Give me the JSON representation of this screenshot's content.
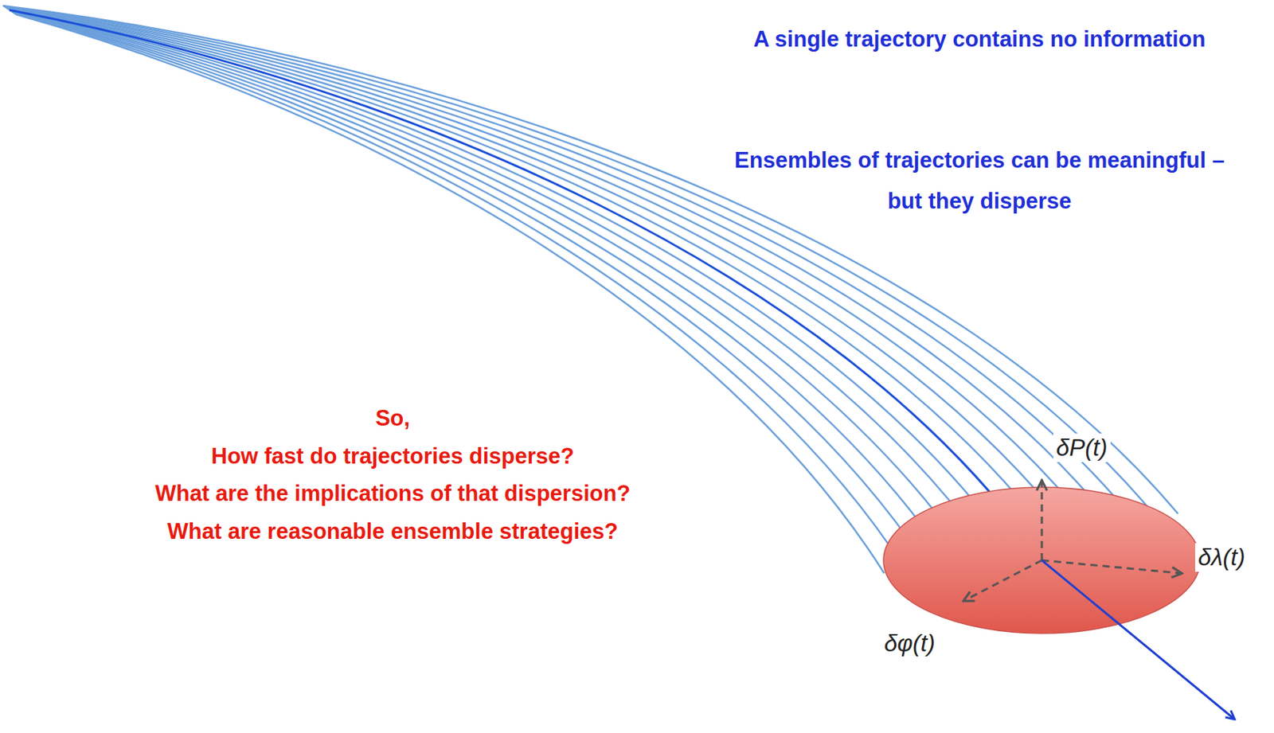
{
  "diagram": {
    "labels": [
      "A single trajectory contains no information",
      "Ensembles of trajectories can be meaningful – but they disperse",
      "So,",
      "How fast do trajectories disperse?",
      "What are the implications of that dispersion?",
      "What are reasonable ensemble strategies?",
      "δP(t)",
      "δλ(t)",
      "δφ(t)"
    ]
  }
}
